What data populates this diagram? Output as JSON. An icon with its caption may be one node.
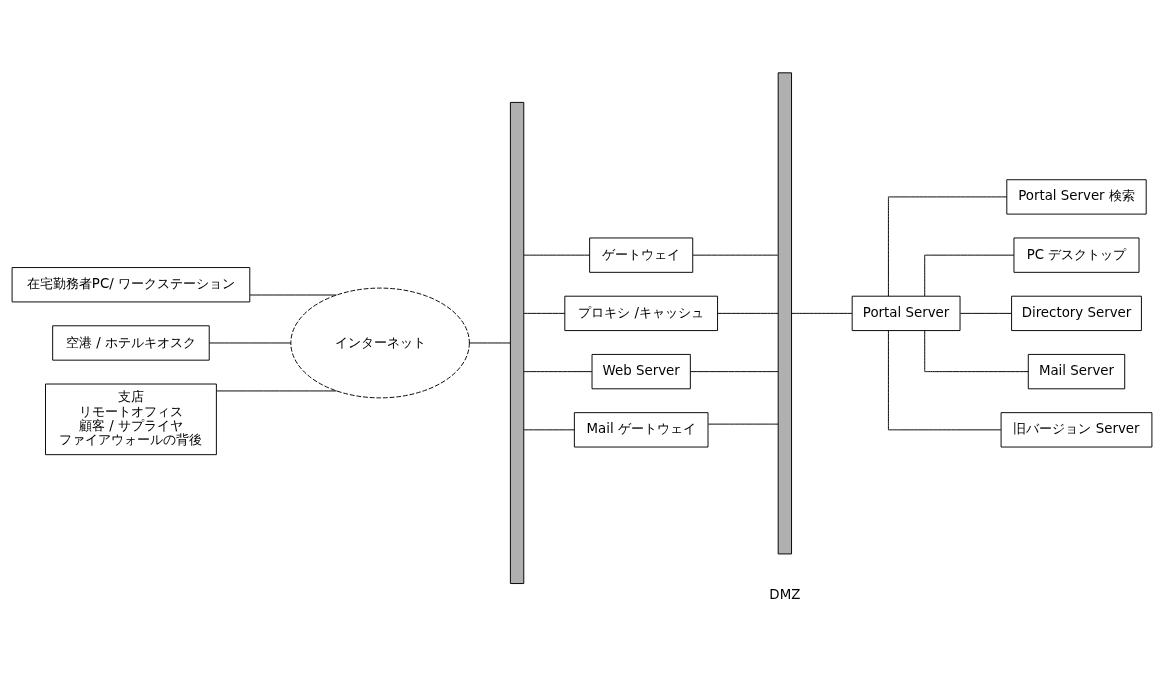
{
  "diagram": {
    "nodes": [
      {
        "text": [
          "在宅勤務者PC/ ワークステーション"
        ]
      },
      {
        "text": [
          "空港 / ホテルキオスク"
        ]
      },
      {
        "text": [
          "支店",
          "リモートオフィス",
          "顧客 / サプライヤ",
          "ファイアウォールの背後"
        ]
      },
      {
        "text": [
          "インターネット"
        ]
      },
      {
        "text": [],
        "shape": "bar"
      },
      {
        "text": [
          "ゲートウェイ"
        ]
      },
      {
        "text": [
          "プロキシ /キャッシュ"
        ]
      },
      {
        "text": [
          "Web Server"
        ]
      },
      {
        "text": [
          "Mail ゲートウェイ"
        ]
      },
      {
        "text": [],
        "shape": "bar"
      },
      {
        "text": [
          "Portal Server"
        ]
      },
      {
        "text": [
          "Portal Server 検索"
        ]
      },
      {
        "text": [
          "PC デスクトップ"
        ]
      },
      {
        "text": [
          "Directory Server"
        ]
      },
      {
        "text": [
          "Mail Server"
        ]
      },
      {
        "text": [
          "旧バージョン Server"
        ]
      }
    ],
    "edges": [
      {
        "from": 0,
        "to": 3,
        "arrow": "none"
      },
      {
        "from": 1,
        "to": 3,
        "arrow": "none"
      },
      {
        "from": 2,
        "to": 3,
        "arrow": "none"
      },
      {
        "from": 3,
        "to": 4,
        "arrow": "none"
      },
      {
        "from": 4,
        "to": 5,
        "arrow": "none"
      },
      {
        "from": 4,
        "to": 6,
        "arrow": "none"
      },
      {
        "from": 4,
        "to": 7,
        "arrow": "none"
      },
      {
        "from": 4,
        "to": 8,
        "arrow": "none"
      },
      {
        "from": 5,
        "to": 9,
        "arrow": "none"
      },
      {
        "from": 6,
        "to": 9,
        "arrow": "none"
      },
      {
        "from": 7,
        "to": 9,
        "arrow": "none"
      },
      {
        "from": 8,
        "to": 9,
        "arrow": "none"
      },
      {
        "from": 9,
        "to": 10,
        "arrow": "none"
      },
      {
        "from": 10,
        "to": 11,
        "arrow": "none"
      },
      {
        "from": 10,
        "to": 12,
        "arrow": "none"
      },
      {
        "from": 10,
        "to": 13,
        "arrow": "none"
      },
      {
        "from": 10,
        "to": 14,
        "arrow": "none"
      },
      {
        "from": 10,
        "to": 15,
        "arrow": "none"
      }
    ],
    "labels": [
      "DMZ"
    ]
  }
}
